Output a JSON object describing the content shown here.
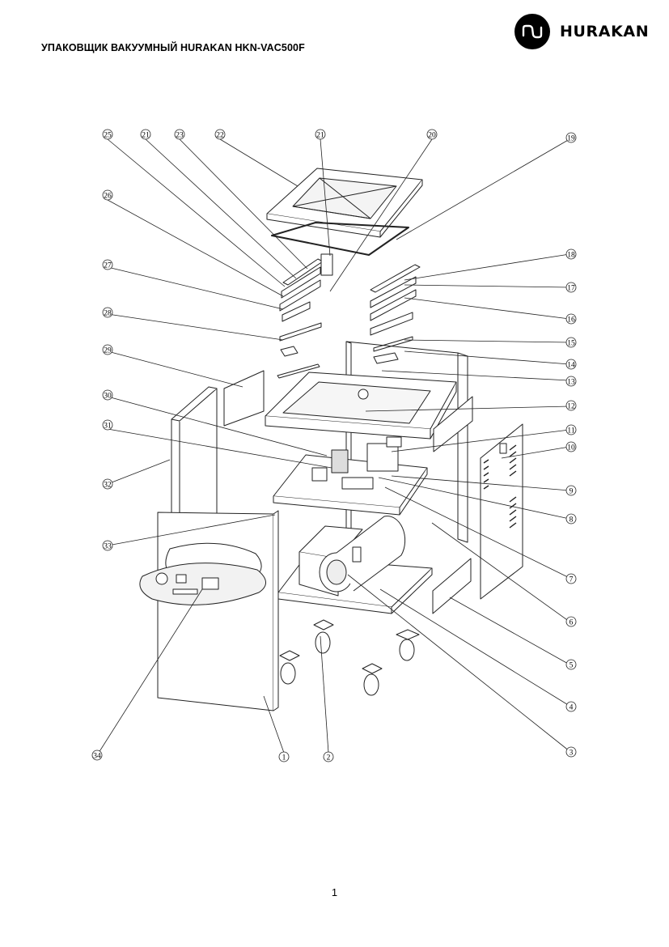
{
  "document": {
    "title": "УПАКОВЩИК ВАКУУМНЫЙ HURAKAN HKN-VAC500F",
    "page_number": "1"
  },
  "brand": {
    "name": "HURAKAN",
    "color": "#000000"
  },
  "diagram": {
    "callouts": [
      "1",
      "2",
      "3",
      "4",
      "5",
      "6",
      "7",
      "8",
      "9",
      "10",
      "11",
      "12",
      "13",
      "14",
      "15",
      "16",
      "17",
      "18",
      "19",
      "20",
      "21",
      "21",
      "22",
      "23",
      "25",
      "26",
      "27",
      "28",
      "29",
      "30",
      "31",
      "32",
      "33",
      "34"
    ]
  }
}
